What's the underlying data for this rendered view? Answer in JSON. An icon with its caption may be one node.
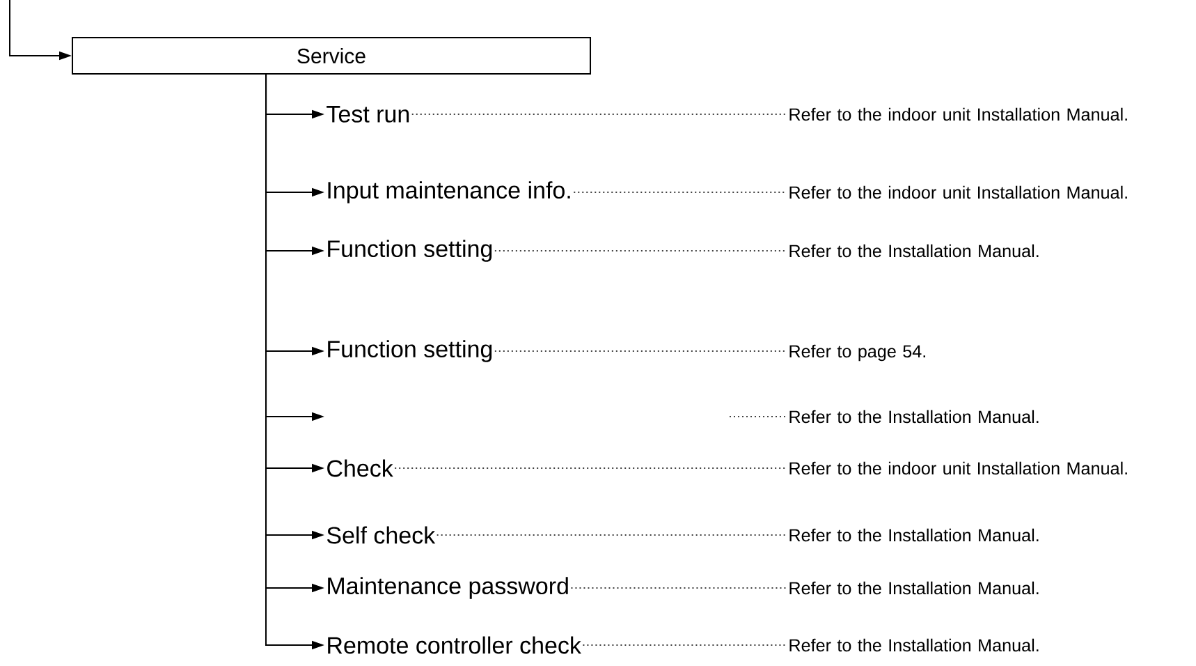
{
  "diagram": {
    "nodes": [
      {
        "text": [
          "Service"
        ]
      },
      {
        "text": [
          "Test run"
        ]
      },
      {
        "text": [
          "Input maintenance info."
        ]
      },
      {
        "text": [
          "Function setting"
        ]
      },
      {
        "text": [
          "Function setting"
        ]
      },
      {
        "text": [
          "Check"
        ]
      },
      {
        "text": [
          "Self check"
        ]
      },
      {
        "text": [
          "Maintenance password"
        ]
      },
      {
        "text": [
          "Remote controller check"
        ]
      },
      {
        "text": [
          "Refer to the indoor unit Installation Manual."
        ]
      },
      {
        "text": [
          "Refer to the indoor unit Installation Manual."
        ]
      },
      {
        "text": [
          "Refer to the Installation Manual."
        ]
      },
      {
        "text": [
          "Refer to page 54."
        ]
      },
      {
        "text": [
          "Refer to the Installation Manual."
        ]
      },
      {
        "text": [
          "Refer to the indoor unit Installation Manual."
        ]
      },
      {
        "text": [
          "Refer to the Installation Manual."
        ]
      },
      {
        "text": [
          "Refer to the Installation Manual."
        ]
      },
      {
        "text": [
          "Refer to the Installation  Manual."
        ]
      }
    ],
    "edges": [
      {
        "from": null,
        "to": 0,
        "arrow": "to"
      },
      {
        "from": 0,
        "to": 1,
        "arrow": "to"
      },
      {
        "from": 0,
        "to": 2,
        "arrow": "to"
      },
      {
        "from": 0,
        "to": 3,
        "arrow": "to"
      },
      {
        "from": 0,
        "to": 4,
        "arrow": "to"
      },
      {
        "from": 0,
        "to": null,
        "arrow": "to"
      },
      {
        "from": 0,
        "to": 5,
        "arrow": "to"
      },
      {
        "from": 0,
        "to": 6,
        "arrow": "to"
      },
      {
        "from": 0,
        "to": 7,
        "arrow": "to"
      },
      {
        "from": 0,
        "to": 8,
        "arrow": "to"
      },
      {
        "from": 1,
        "to": 9,
        "arrow": "none",
        "style": "dashed"
      },
      {
        "from": 2,
        "to": 10,
        "arrow": "none",
        "style": "dashed"
      },
      {
        "from": 3,
        "to": 11,
        "arrow": "none",
        "style": "dashed"
      },
      {
        "from": 4,
        "to": 12,
        "arrow": "none",
        "style": "dashed"
      },
      {
        "from": null,
        "to": 13,
        "arrow": "none",
        "style": "dashed"
      },
      {
        "from": 5,
        "to": 14,
        "arrow": "none",
        "style": "dashed"
      },
      {
        "from": 6,
        "to": 15,
        "arrow": "none",
        "style": "dashed"
      },
      {
        "from": 7,
        "to": 16,
        "arrow": "none",
        "style": "dashed"
      },
      {
        "from": 8,
        "to": 17,
        "arrow": "none",
        "style": "dashed"
      }
    ]
  }
}
